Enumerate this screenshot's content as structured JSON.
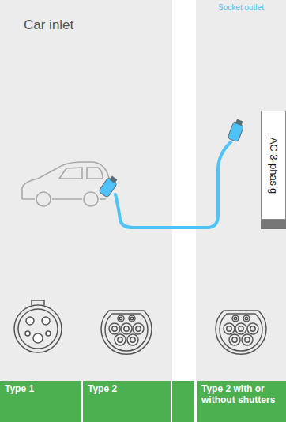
{
  "diagram": {
    "nodes": [
      {
        "text": [
          "Car inlet"
        ]
      },
      {
        "text": [
          "Type 1"
        ],
        "in": 0
      },
      {
        "text": [
          "Type 2"
        ],
        "in": 0
      },
      {
        "text": [
          "Socket outlet"
        ]
      },
      {
        "text": [
          "AC 3-phasig"
        ],
        "in": 3
      },
      {
        "text": [
          "Type 2 with or without shutters"
        ],
        "in": 3
      }
    ]
  }
}
